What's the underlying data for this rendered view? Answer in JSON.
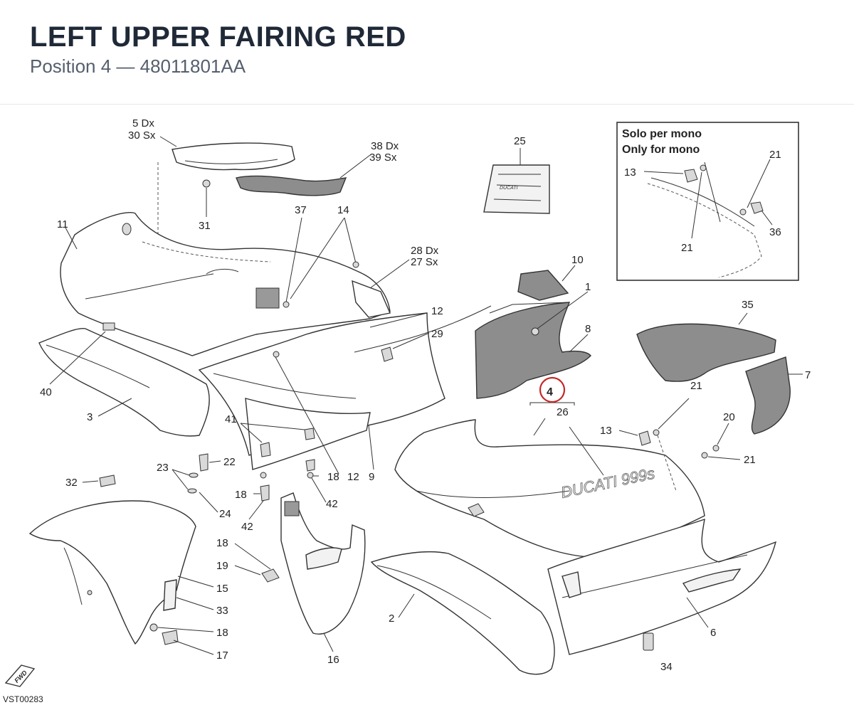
{
  "header": {
    "title": "LEFT UPPER FAIRING RED",
    "subtitle": "Position 4 — 48011801AA"
  },
  "diagram": {
    "highlight": {
      "label": "4",
      "color": "#c62828"
    },
    "inset_note_line1": "Solo per mono",
    "inset_note_line2": "Only for mono",
    "decal_text": "DUCATI",
    "fairing_text": "DUCATI 999s",
    "fwd_text": "FWD",
    "code": "VST00283",
    "labels": {
      "l_5dx": "5 Dx",
      "l_30sx": "30 Sx",
      "l_38dx": "38 Dx",
      "l_39sx": "39 Sx",
      "l_25": "25",
      "l_31": "31",
      "l_11": "11",
      "l_37": "37",
      "l_14": "14",
      "l_28dx": "28 Dx",
      "l_27sx": "27 Sx",
      "l_10": "10",
      "l_1": "1",
      "l_12a": "12",
      "l_29": "29",
      "l_8": "8",
      "l_35": "35",
      "l_7": "7",
      "l_40": "40",
      "l_3": "3",
      "l_26": "26",
      "l_21a": "21",
      "l_20": "20",
      "l_13a": "13",
      "l_21b": "21",
      "l_41": "41",
      "l_22": "22",
      "l_23": "23",
      "l_32": "32",
      "l_24": "24",
      "l_18a": "18",
      "l_12b": "12",
      "l_9": "9",
      "l_18b": "18",
      "l_42a": "42",
      "l_42b": "42",
      "l_18c": "18",
      "l_19": "19",
      "l_15": "15",
      "l_33": "33",
      "l_18d": "18",
      "l_17": "17",
      "l_16": "16",
      "l_2": "2",
      "l_6": "6",
      "l_34": "34",
      "l_13b": "13",
      "l_21c": "21",
      "l_21d": "21",
      "l_36": "36"
    }
  }
}
